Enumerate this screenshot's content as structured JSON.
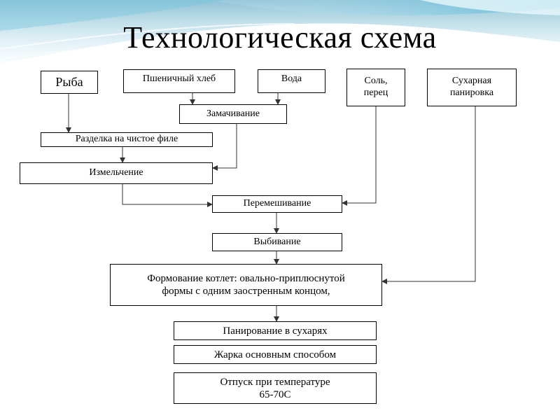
{
  "title": "Технологическая схема",
  "steps": {
    "fish": "Рыба",
    "bread": "Пшеничный хлеб",
    "water": "Вода",
    "salt_pepper": [
      "Соль,",
      "перец"
    ],
    "breadcrumbs": [
      "Сухарная",
      "панировка"
    ],
    "soaking": "Замачивание",
    "filleting": "Разделка на чистое филе",
    "grinding": "Измельчение",
    "mixing": "Перемешивание",
    "beating": "Выбивание",
    "forming": [
      "Формование котлет: овально-приплюснутой",
      "формы с одним заостренным концом,"
    ],
    "breading": "Панирование в сухарях",
    "frying": "Жарка основным способом",
    "serving": [
      "Отпуск при температуре",
      "65-70С"
    ]
  },
  "colors": {
    "accent": "#4aa8c8",
    "line": "#333333"
  }
}
